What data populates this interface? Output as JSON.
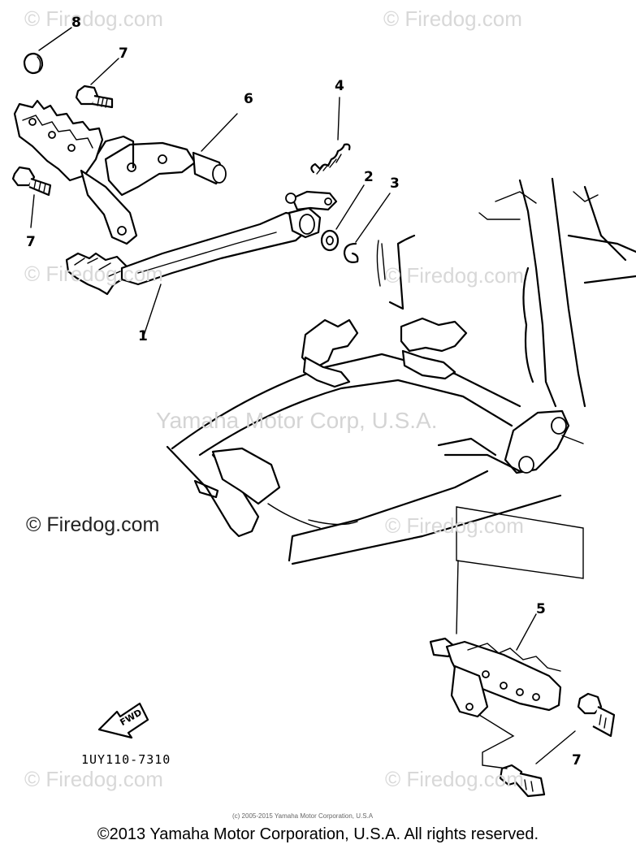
{
  "watermarks": {
    "site": "© Firedog.com",
    "site_short": "Firedog.com",
    "center": "Yamaha Motor Corp, U.S.A."
  },
  "callouts": {
    "c1": "1",
    "c2": "2",
    "c3": "3",
    "c4": "4",
    "c5": "5",
    "c6": "6",
    "c7a": "7",
    "c7b": "7",
    "c7c": "7",
    "c8": "8"
  },
  "fwd_label": "FWD",
  "diagram_code": "1UY110-7310",
  "small_copyright": "(c) 2005-2015 Yamaha Motor Corporation, U.S.A",
  "footer": "©2013 Yamaha Motor Corporation, U.S.A. All rights reserved."
}
